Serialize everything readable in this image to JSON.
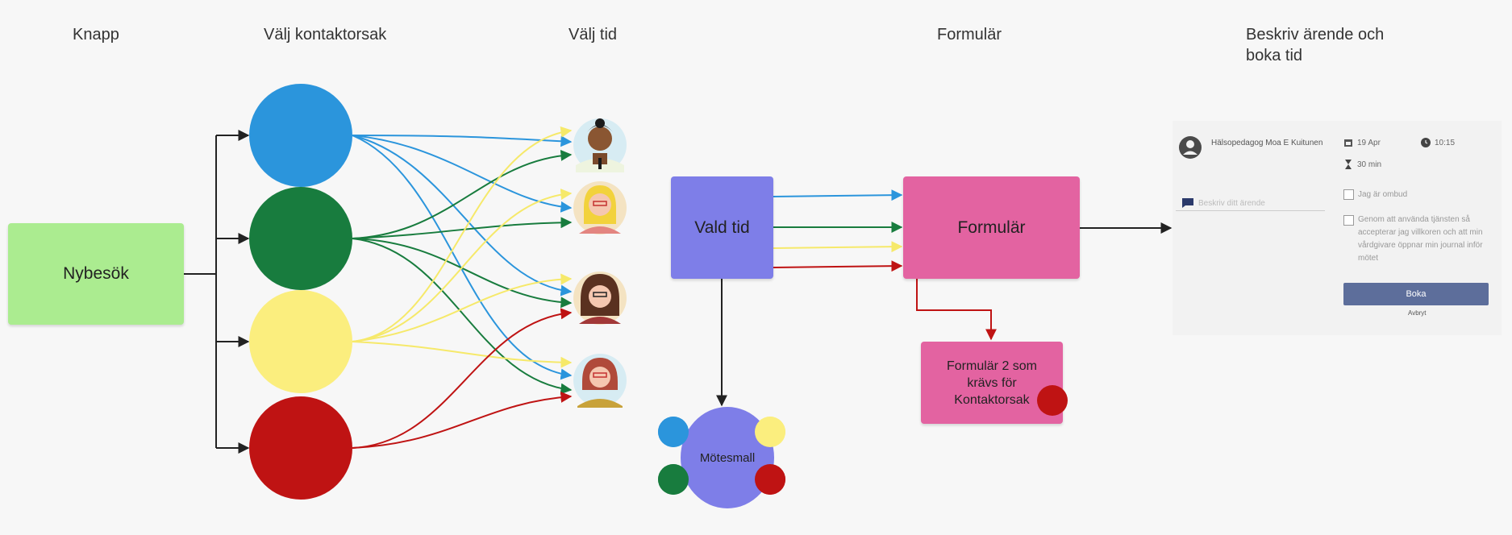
{
  "headers": {
    "knapp": "Knapp",
    "kontaktorsak": "Välj kontaktorsak",
    "tid": "Välj tid",
    "formular": "Formulär",
    "beskriv_line1": "Beskriv ärende och",
    "beskriv_line2": "boka tid"
  },
  "nodes": {
    "start": "Nybesök",
    "vald_tid": "Vald tid",
    "formular": "Formulär",
    "formular2": "Formulär 2 som krävs för Kontaktorsak",
    "motesmall": "Mötesmall"
  },
  "colors": {
    "blue": "#2b95dc",
    "green": "#187c3e",
    "yellow": "#fbee7e",
    "red": "#bf1313",
    "start": "#abec90",
    "purple": "#7e7ee8",
    "pink": "#e363a1"
  },
  "booking": {
    "provider": "Hälsopedagog Moa E Kuitunen",
    "date": "19 Apr",
    "time": "10:15",
    "duration": "30 min",
    "message_placeholder": "Beskriv ditt ärende",
    "checkbox_ombud": "Jag är ombud",
    "checkbox_consent": "Genom att använda tjänsten så accepterar jag villkoren och att min vårdgivare öppnar min journal inför mötet",
    "book_label": "Boka",
    "cancel_label": "Avbryt",
    "icons": [
      "avatar-icon",
      "calendar-icon",
      "clock-icon",
      "hourglass-icon",
      "chat-icon"
    ]
  },
  "avatars": [
    "person-1-icon",
    "person-2-icon",
    "person-3-icon",
    "person-4-icon"
  ]
}
